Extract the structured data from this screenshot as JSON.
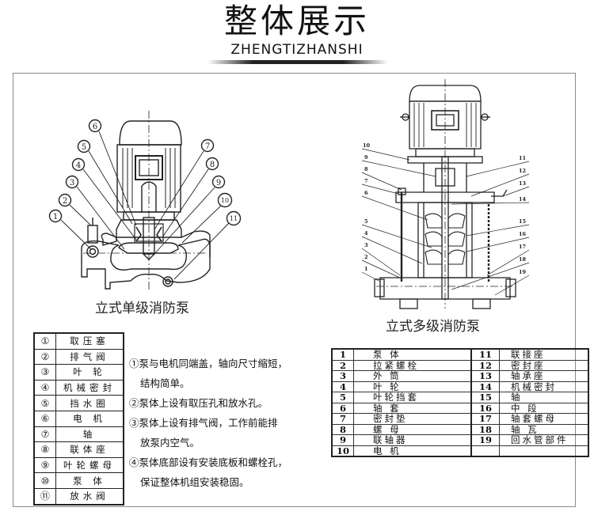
{
  "header": {
    "title": "整体展示",
    "subtitle": "ZHENGTIZHANSHI"
  },
  "single_stage": {
    "caption": "立式单级消防泵",
    "callouts": [
      "1",
      "2",
      "3",
      "4",
      "5",
      "6",
      "7",
      "8",
      "9",
      "10",
      "11"
    ],
    "parts": [
      {
        "num": "①",
        "name": "取压塞"
      },
      {
        "num": "②",
        "name": "排气阀"
      },
      {
        "num": "③",
        "name": "叶 轮"
      },
      {
        "num": "④",
        "name": "机械密封"
      },
      {
        "num": "⑤",
        "name": "挡水圈"
      },
      {
        "num": "⑥",
        "name": "电 机"
      },
      {
        "num": "⑦",
        "name": "轴"
      },
      {
        "num": "⑧",
        "name": "联体座"
      },
      {
        "num": "⑨",
        "name": "叶轮螺母"
      },
      {
        "num": "⑩",
        "name": "泵 体"
      },
      {
        "num": "⑪",
        "name": "放水阀"
      }
    ],
    "notes": [
      {
        "lead": "①泵与电机同端盖，轴向尺寸缩短，",
        "cont": "结构简单。"
      },
      {
        "lead": "②泵体上设有取压孔和放水孔。",
        "cont": ""
      },
      {
        "lead": "③泵体上设有排气阀，工作前能排",
        "cont": "放泵内空气。"
      },
      {
        "lead": "④泵体底部设有安装底板和螺栓孔，",
        "cont": "保证整体机组安装稳固。"
      }
    ]
  },
  "multi_stage": {
    "caption": "立式多级消防泵",
    "left_callouts": [
      "10",
      "9",
      "8",
      "7",
      "6",
      "5",
      "4",
      "3",
      "2",
      "1"
    ],
    "right_callouts": [
      "11",
      "12",
      "13",
      "14",
      "15",
      "16",
      "17",
      "18",
      "19"
    ],
    "parts_left": [
      {
        "num": "1",
        "name": "泵 体"
      },
      {
        "num": "2",
        "name": "拉紧螺栓"
      },
      {
        "num": "3",
        "name": "外 筒"
      },
      {
        "num": "4",
        "name": "叶 轮"
      },
      {
        "num": "5",
        "name": "叶轮挡套"
      },
      {
        "num": "6",
        "name": "轴 套"
      },
      {
        "num": "7",
        "name": "密封垫"
      },
      {
        "num": "8",
        "name": "螺 母"
      },
      {
        "num": "9",
        "name": "联轴器"
      },
      {
        "num": "10",
        "name": "电 机"
      }
    ],
    "parts_right": [
      {
        "num": "11",
        "name": "联接座"
      },
      {
        "num": "12",
        "name": "密封座"
      },
      {
        "num": "13",
        "name": "轴承座"
      },
      {
        "num": "14",
        "name": "机械密封"
      },
      {
        "num": "15",
        "name": "轴"
      },
      {
        "num": "16",
        "name": "中 段"
      },
      {
        "num": "17",
        "name": "轴套螺母"
      },
      {
        "num": "18",
        "name": "轴 瓦"
      },
      {
        "num": "19",
        "name": "回水管部件"
      },
      {
        "num": "",
        "name": ""
      }
    ]
  },
  "colors": {
    "ink": "#222222",
    "frame": "#8a8a8a",
    "background": "#ffffff"
  }
}
